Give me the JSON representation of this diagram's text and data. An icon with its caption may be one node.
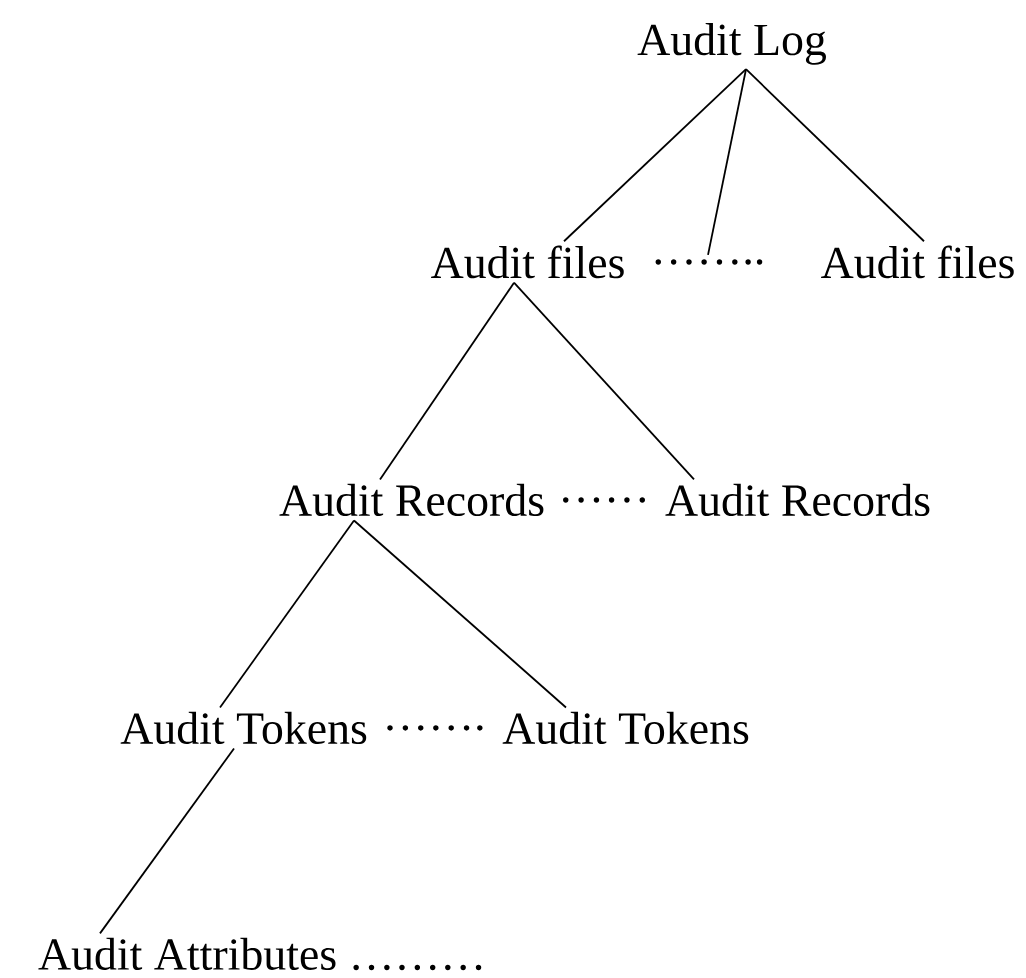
{
  "diagram": {
    "nodes": [
      {
        "text": [
          "Audit Log"
        ]
      },
      {
        "text": [
          "Audit files"
        ]
      },
      {
        "text": [
          "…….."
        ]
      },
      {
        "text": [
          "Audit files"
        ]
      },
      {
        "text": [
          "Audit Records"
        ]
      },
      {
        "text": [
          "Audit Records"
        ]
      },
      {
        "text": [
          "Audit Tokens"
        ]
      },
      {
        "text": [
          "Audit Tokens"
        ]
      },
      {
        "text": [
          "Audit Attributes ………"
        ]
      }
    ],
    "edges": [
      {
        "from": 0,
        "to": 1,
        "arrow": "none"
      },
      {
        "from": 0,
        "to": 2,
        "arrow": "none"
      },
      {
        "from": 0,
        "to": 3,
        "arrow": "none"
      },
      {
        "from": 1,
        "to": 4,
        "arrow": "none"
      },
      {
        "from": 1,
        "to": 5,
        "arrow": "none"
      },
      {
        "from": 4,
        "to": 6,
        "arrow": "none"
      },
      {
        "from": 4,
        "to": 7,
        "arrow": "none"
      },
      {
        "from": 6,
        "to": 8,
        "arrow": "none"
      }
    ],
    "labels": [
      "……",
      "……."
    ]
  }
}
